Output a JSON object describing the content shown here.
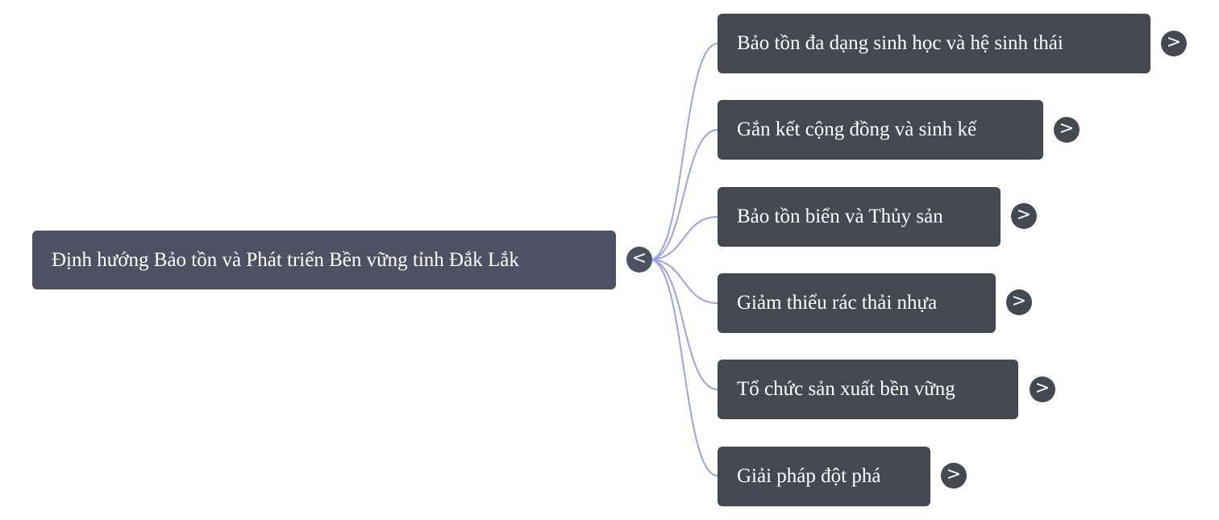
{
  "mindmap": {
    "root": {
      "label": "Định hướng Bảo tồn và Phát triển Bền vững tỉnh Đắk Lắk",
      "toggle_glyph": "<"
    },
    "children": [
      {
        "label": "Bảo tồn đa dạng sinh học và hệ sinh thái",
        "toggle_glyph": ">"
      },
      {
        "label": "Gắn kết cộng đồng và sinh kế",
        "toggle_glyph": ">"
      },
      {
        "label": "Bảo tồn biển và Thủy sản",
        "toggle_glyph": ">"
      },
      {
        "label": "Giảm thiểu rác thải nhựa",
        "toggle_glyph": ">"
      },
      {
        "label": "Tổ chức sản xuất bền vững",
        "toggle_glyph": ">"
      },
      {
        "label": "Giải pháp đột phá",
        "toggle_glyph": ">"
      }
    ],
    "colors": {
      "root_fill": "#4e5064",
      "child_fill": "#434851",
      "connector": "#9aa3ea",
      "text": "#ffffff"
    }
  }
}
